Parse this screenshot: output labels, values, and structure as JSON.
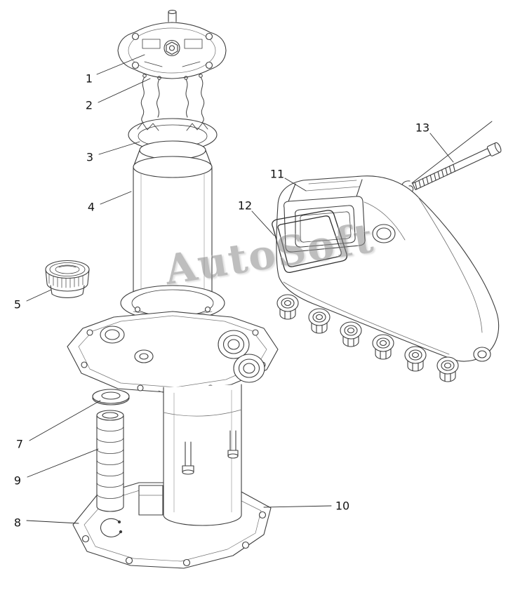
{
  "watermark": {
    "text": "AutoSoft"
  },
  "callouts": [
    {
      "id": "1",
      "label": "1"
    },
    {
      "id": "2",
      "label": "2"
    },
    {
      "id": "3",
      "label": "3"
    },
    {
      "id": "4",
      "label": "4"
    },
    {
      "id": "5",
      "label": "5"
    },
    {
      "id": "7",
      "label": "7"
    },
    {
      "id": "8",
      "label": "8"
    },
    {
      "id": "9",
      "label": "9"
    },
    {
      "id": "10",
      "label": "10"
    },
    {
      "id": "11",
      "label": "11"
    },
    {
      "id": "12",
      "label": "12"
    },
    {
      "id": "13",
      "label": "13"
    }
  ]
}
